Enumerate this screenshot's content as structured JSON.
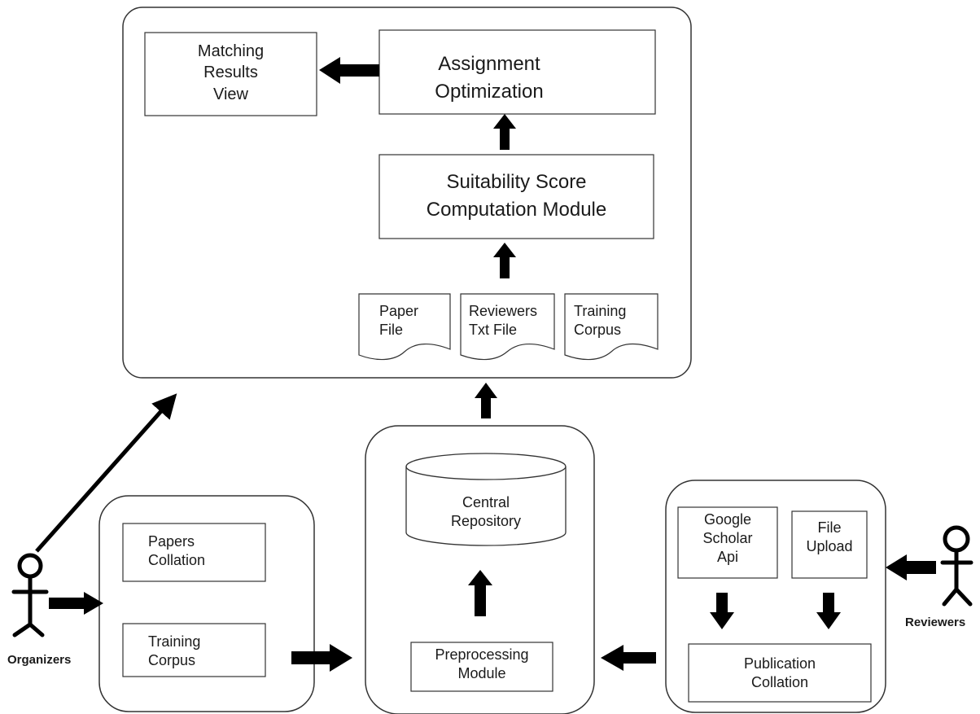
{
  "assignment_optimization": "Assignment\nOptimization",
  "matching_results_view": "Matching\nResults\nView",
  "suitability_score_module": "Suitability Score\nComputation Module",
  "docs": {
    "paper_file": "Paper\nFile",
    "reviewers_txt_file": "Reviewers\nTxt File",
    "training_corpus": "Training\nCorpus"
  },
  "central_repository": "Central\nRepository",
  "preprocessing_module": "Preprocessing\nModule",
  "left_group": {
    "papers_collation": "Papers\nCollation",
    "training_corpus": "Training\nCorpus"
  },
  "right_group": {
    "google_scholar_api": "Google\nScholar\nApi",
    "file_upload": "File\nUpload",
    "publication_collation": "Publication\nCollation"
  },
  "actors": {
    "organizers": "Organizers",
    "reviewers": "Reviewers"
  }
}
